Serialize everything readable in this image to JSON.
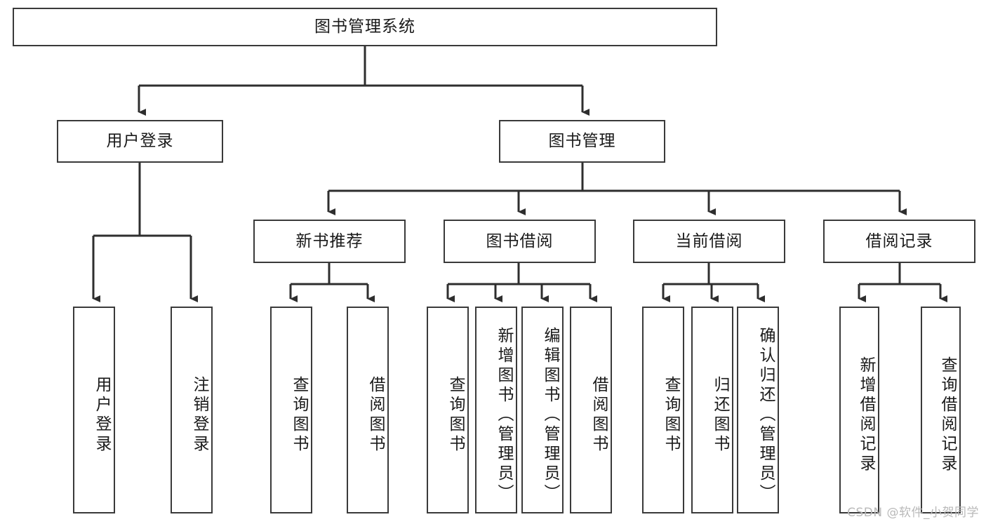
{
  "diagram": {
    "type": "tree-hierarchy",
    "title": "图书管理系统",
    "watermark": "CSDN @软件_小贺同学",
    "colors": {
      "border": "#3a3a3a",
      "text": "#1a1a1a",
      "background": "#ffffff",
      "connector": "#2e2e2e",
      "watermark": "#b9b9b9"
    },
    "nodes": {
      "root": {
        "label": "图书管理系统",
        "orientation": "horizontal"
      },
      "level2": [
        {
          "label": "用户登录",
          "orientation": "horizontal"
        },
        {
          "label": "图书管理",
          "orientation": "horizontal"
        }
      ],
      "level3": [
        {
          "label": "新书推荐",
          "orientation": "horizontal"
        },
        {
          "label": "图书借阅",
          "orientation": "horizontal"
        },
        {
          "label": "当前借阅",
          "orientation": "horizontal"
        },
        {
          "label": "借阅记录",
          "orientation": "horizontal"
        }
      ],
      "leaves_user_login": [
        {
          "label": "用户登录",
          "orientation": "vertical"
        },
        {
          "label": "注销登录",
          "orientation": "vertical"
        }
      ],
      "leaves_new_book": [
        {
          "label": "查询图书",
          "orientation": "vertical"
        },
        {
          "label": "借阅图书",
          "orientation": "vertical"
        }
      ],
      "leaves_borrow": [
        {
          "label": "查询图书",
          "orientation": "vertical"
        },
        {
          "label": "新增图书（管理员）",
          "orientation": "vertical"
        },
        {
          "label": "编辑图书（管理员）",
          "orientation": "vertical"
        },
        {
          "label": "借阅图书",
          "orientation": "vertical"
        }
      ],
      "leaves_current": [
        {
          "label": "查询图书",
          "orientation": "vertical"
        },
        {
          "label": "归还图书",
          "orientation": "vertical"
        },
        {
          "label": "确认归还（管理员）",
          "orientation": "vertical"
        }
      ],
      "leaves_records": [
        {
          "label": "新增借阅记录",
          "orientation": "vertical"
        },
        {
          "label": "查询借阅记录",
          "orientation": "vertical"
        }
      ]
    }
  }
}
